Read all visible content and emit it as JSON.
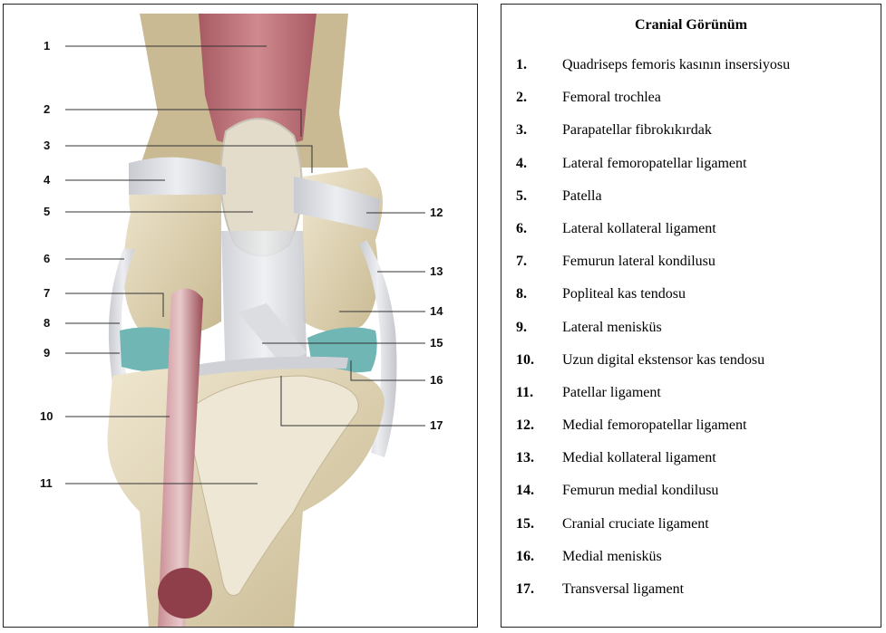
{
  "figure": {
    "labels": [
      "1",
      "2",
      "3",
      "4",
      "5",
      "6",
      "7",
      "8",
      "9",
      "10",
      "11",
      "12",
      "13",
      "14",
      "15",
      "16",
      "17"
    ]
  },
  "legend": {
    "title": "Cranial Görünüm",
    "items": [
      {
        "num": "1.",
        "text": "Quadriseps femoris kasının insersiyosu"
      },
      {
        "num": "2.",
        "text": "Femoral trochlea"
      },
      {
        "num": "3.",
        "text": "Parapatellar fibrokıkırdak"
      },
      {
        "num": "4.",
        "text": "Lateral femoropatellar ligament"
      },
      {
        "num": "5.",
        "text": "Patella"
      },
      {
        "num": "6.",
        "text": "Lateral kollateral ligament"
      },
      {
        "num": "7.",
        "text": "Femurun lateral kondilusu"
      },
      {
        "num": "8.",
        "text": "Popliteal kas tendosu"
      },
      {
        "num": "9.",
        "text": "Lateral menisküs"
      },
      {
        "num": "10.",
        "text": "Uzun digital ekstensor kas tendosu"
      },
      {
        "num": "11.",
        "text": "Patellar ligament"
      },
      {
        "num": "12.",
        "text": "Medial femoropatellar ligament"
      },
      {
        "num": "13.",
        "text": "Medial kollateral ligament"
      },
      {
        "num": "14.",
        "text": "Femurun medial kondilusu"
      },
      {
        "num": "15.",
        "text": "Cranial cruciate ligament"
      },
      {
        "num": "16.",
        "text": "Medial menisküs"
      },
      {
        "num": "17.",
        "text": "Transversal ligament"
      }
    ]
  },
  "colors": {
    "muscle": "#b86b72",
    "bone": "#d9cdb0",
    "ligament": "#dedfe3",
    "meniscus": "#6fb6b4",
    "leader_line": "#333333"
  }
}
